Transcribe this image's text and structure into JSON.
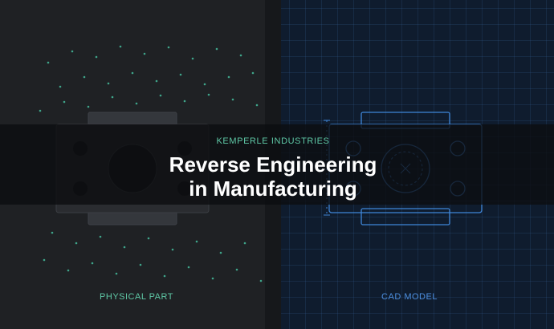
{
  "banner": {
    "eyebrow": "KEMPERLE INDUSTRIES",
    "title_line1": "Reverse Engineering",
    "title_line2": "in Manufacturing"
  },
  "panels": {
    "left_label": "PHYSICAL PART",
    "right_label": "CAD MODEL"
  },
  "colors": {
    "physical_accent": "#5fc8a6",
    "cad_accent": "#4d8fe0",
    "left_background": "#1f2124",
    "right_background": "#0f1c2e"
  }
}
